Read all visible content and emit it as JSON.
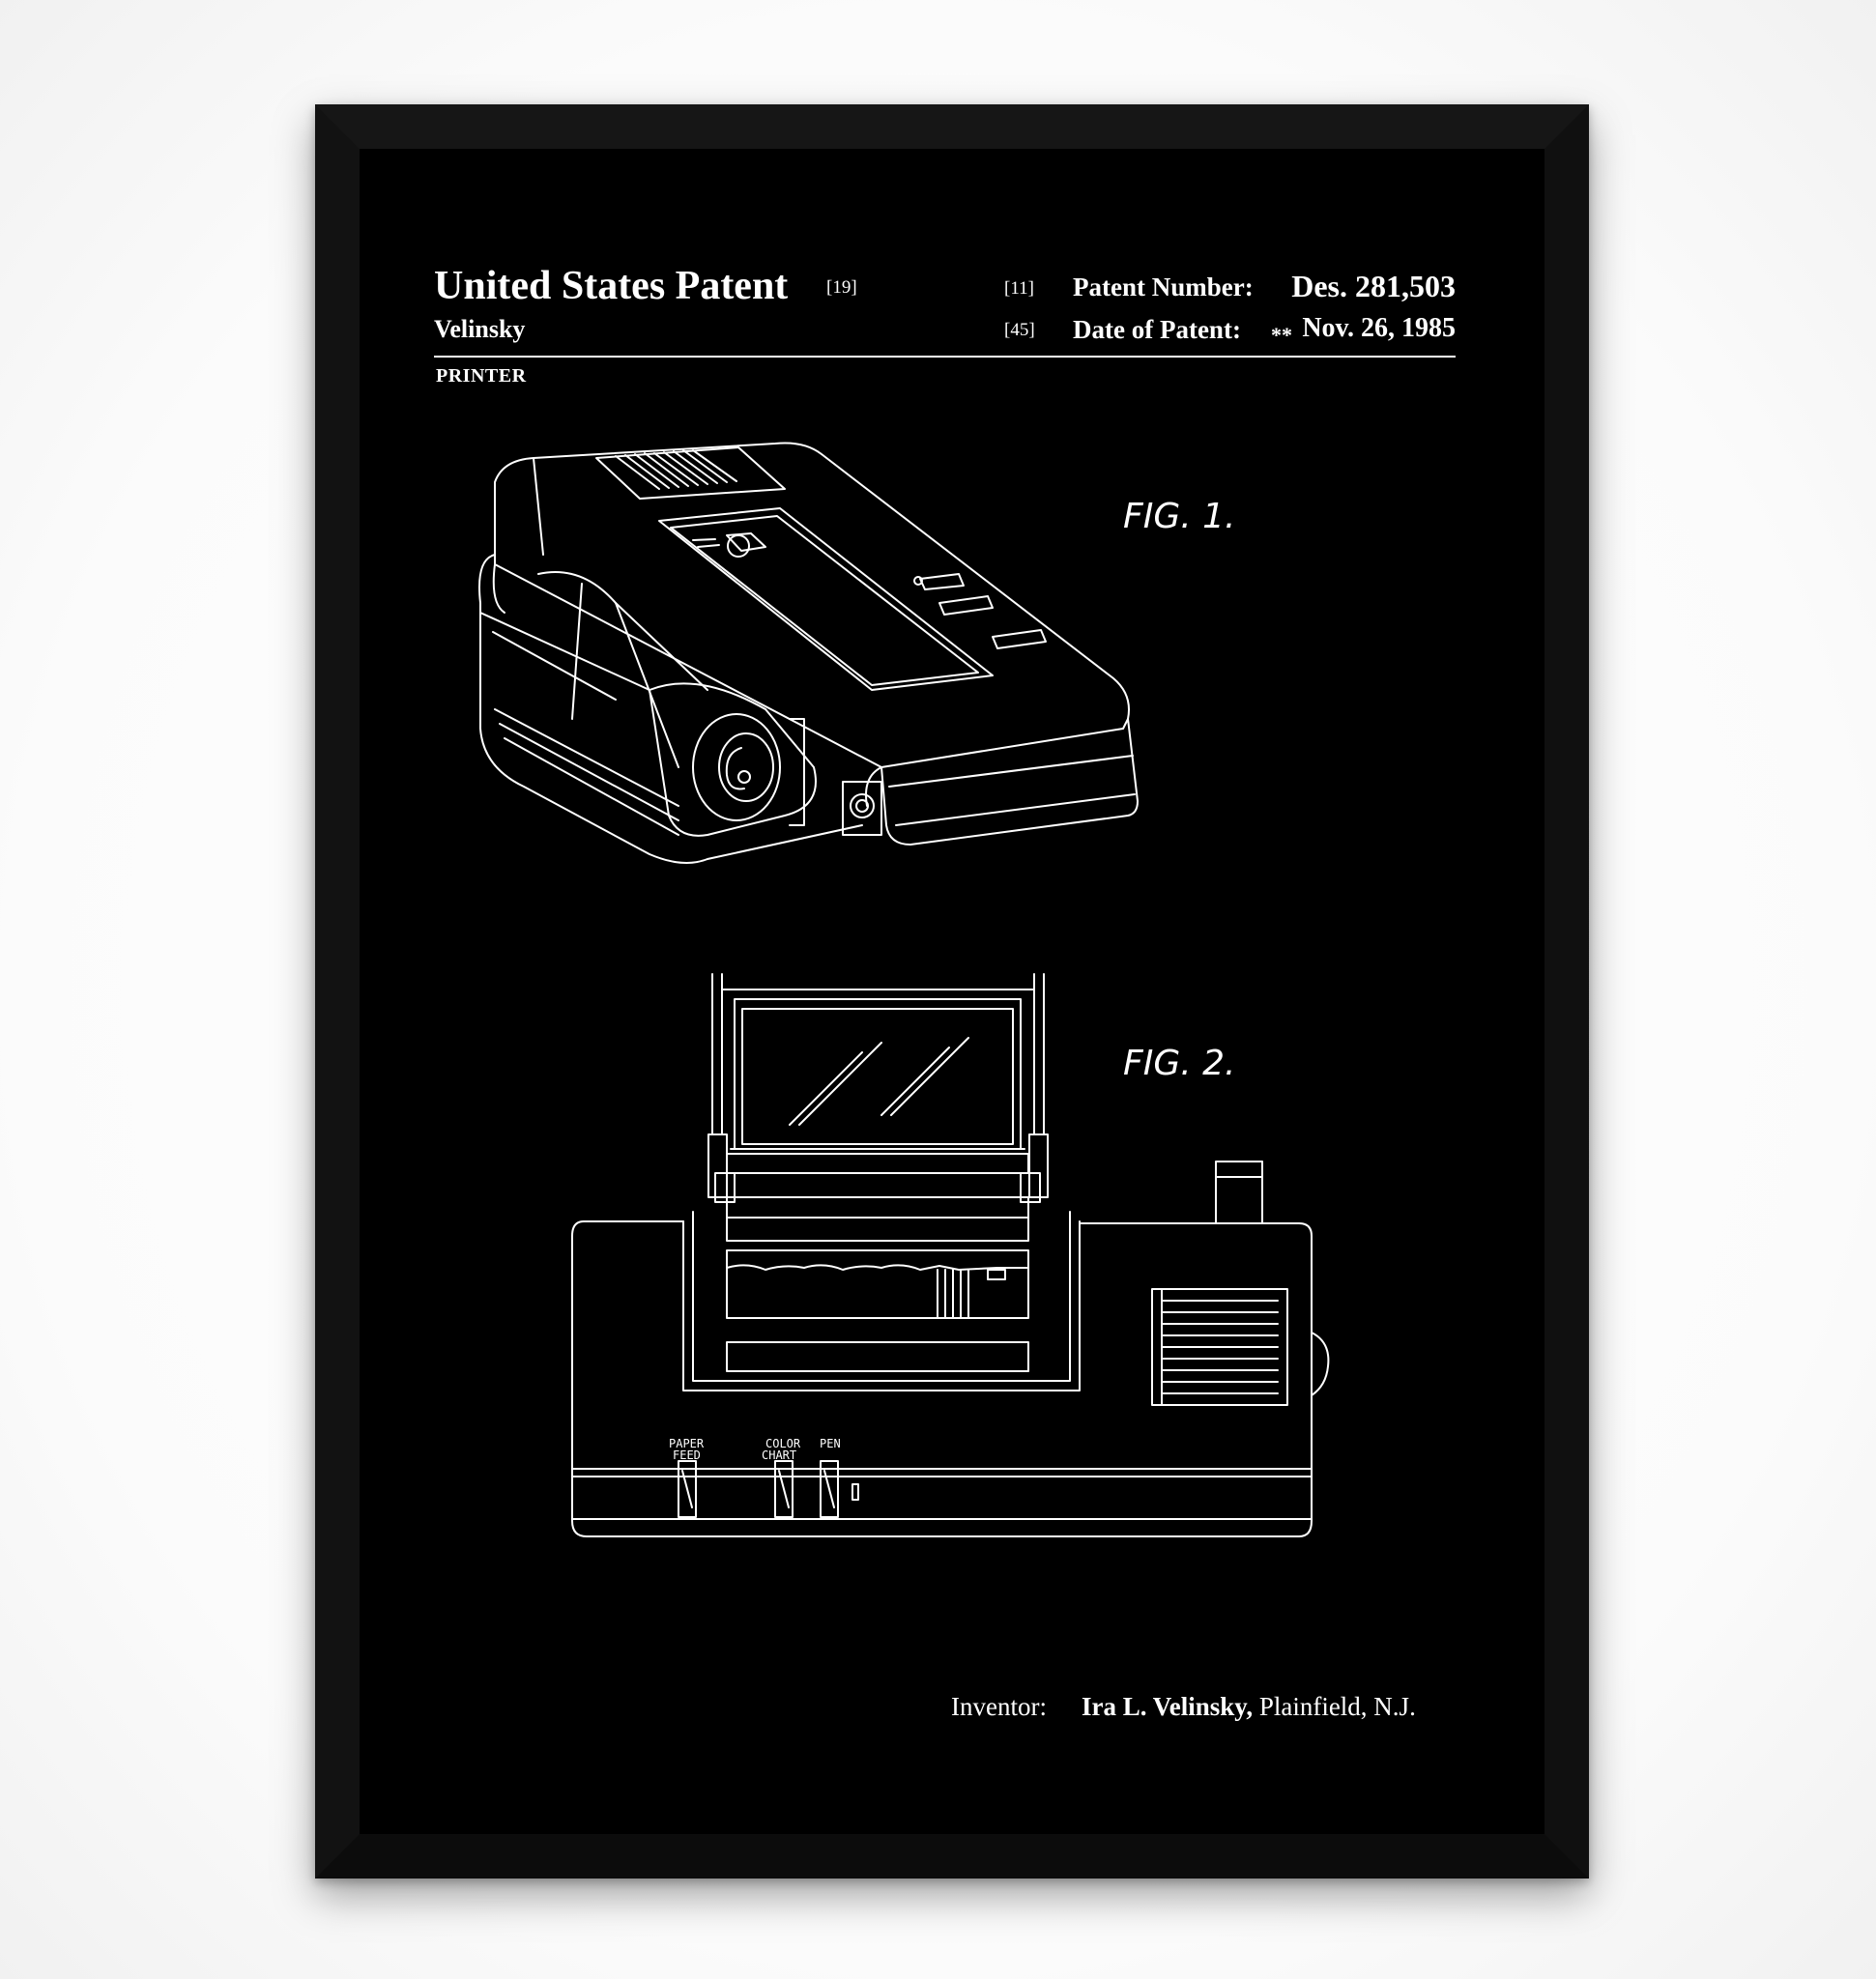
{
  "header": {
    "title": "United States Patent",
    "title_ref": "[19]",
    "inventor_surname": "Velinsky",
    "patent_number_ref": "[11]",
    "patent_number_label": "Patent Number:",
    "patent_number_value": "Des. 281,503",
    "date_ref": "[45]",
    "date_label": "Date of Patent:",
    "date_stars": "**",
    "date_value": "Nov. 26, 1985",
    "subject": "PRINTER"
  },
  "figures": {
    "fig1_label": "FIG. 1.",
    "fig2_label": "FIG. 2."
  },
  "controls": {
    "paper_feed": [
      "PAPER",
      "FEED"
    ],
    "color_chart": [
      "COLOR",
      "CHART"
    ],
    "pen": "PEN"
  },
  "footer": {
    "inventor_label": "Inventor:",
    "inventor_name": "Ira L. Velinsky,",
    "inventor_place": "Plainfield, N.J."
  },
  "colors": {
    "frame": "#0a0a0a",
    "poster_background": "#000000",
    "line_art": "#ffffff"
  }
}
